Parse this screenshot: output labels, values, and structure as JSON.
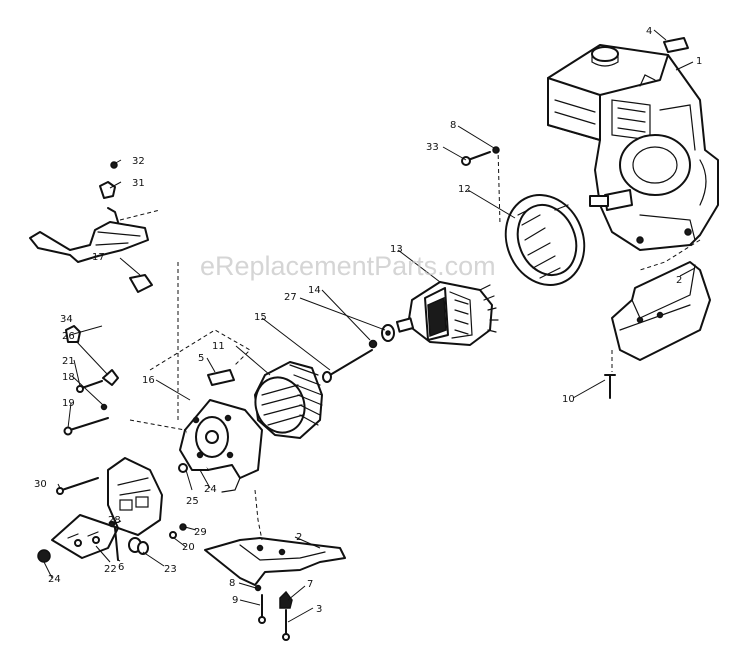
{
  "watermark": "eReplacementParts.com",
  "callouts": [
    {
      "id": "1",
      "text": "1"
    },
    {
      "id": "2a",
      "text": "2"
    },
    {
      "id": "2b",
      "text": "2"
    },
    {
      "id": "3",
      "text": "3"
    },
    {
      "id": "4",
      "text": "4"
    },
    {
      "id": "5",
      "text": "5"
    },
    {
      "id": "6",
      "text": "6"
    },
    {
      "id": "7",
      "text": "7"
    },
    {
      "id": "8a",
      "text": "8"
    },
    {
      "id": "8b",
      "text": "8"
    },
    {
      "id": "9",
      "text": "9"
    },
    {
      "id": "10",
      "text": "10"
    },
    {
      "id": "11",
      "text": "11"
    },
    {
      "id": "12",
      "text": "12"
    },
    {
      "id": "13",
      "text": "13"
    },
    {
      "id": "14",
      "text": "14"
    },
    {
      "id": "15",
      "text": "15"
    },
    {
      "id": "16",
      "text": "16"
    },
    {
      "id": "17",
      "text": "17"
    },
    {
      "id": "18",
      "text": "18"
    },
    {
      "id": "19",
      "text": "19"
    },
    {
      "id": "20",
      "text": "20"
    },
    {
      "id": "21",
      "text": "21"
    },
    {
      "id": "22",
      "text": "22"
    },
    {
      "id": "23",
      "text": "23"
    },
    {
      "id": "24a",
      "text": "24"
    },
    {
      "id": "24b",
      "text": "24"
    },
    {
      "id": "25",
      "text": "25"
    },
    {
      "id": "26",
      "text": "26"
    },
    {
      "id": "27",
      "text": "27"
    },
    {
      "id": "28",
      "text": "28"
    },
    {
      "id": "29",
      "text": "29"
    },
    {
      "id": "30",
      "text": "30"
    },
    {
      "id": "31",
      "text": "31"
    },
    {
      "id": "32",
      "text": "32"
    },
    {
      "id": "33",
      "text": "33"
    },
    {
      "id": "34",
      "text": "34"
    }
  ]
}
